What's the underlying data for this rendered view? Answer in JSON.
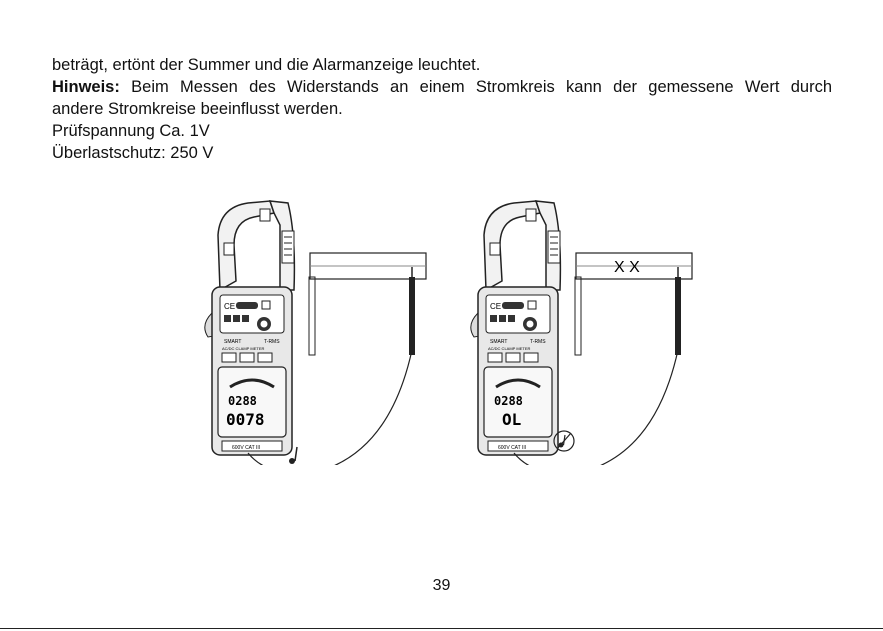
{
  "paragraphs": {
    "line1": "beträgt, ertönt der Summer und die Alarmanzeige leuchtet.",
    "hint_label": "Hinweis:",
    "hint_text_line1": " Beim Messen des Widerstands an einem Stromkreis kann der gemessene Wert durch",
    "hint_text_line2": "andere Stromkreise beeinflusst werden.",
    "test_voltage": "Prüfspannung Ca. 1V",
    "overload": "Überlastschutz: 250 V"
  },
  "figures": {
    "left": {
      "brand": "SMART",
      "rms": "T-RMS",
      "model_line": "AC/DC CLAMP METER",
      "display_top": "0288",
      "display_main": "0078",
      "cat_label": "600V CAT III",
      "ce_mark": "CE",
      "icon": "buzzer-note-icon"
    },
    "right": {
      "brand": "SMART",
      "rms": "T-RMS",
      "model_line": "AC/DC CLAMP METER",
      "display_top": "0288",
      "display_main": "OL",
      "cat_label": "600V CAT III",
      "ce_mark": "CE",
      "broken_marks": "X X",
      "icon": "buzzer-muted-icon"
    }
  },
  "page_number": "39"
}
